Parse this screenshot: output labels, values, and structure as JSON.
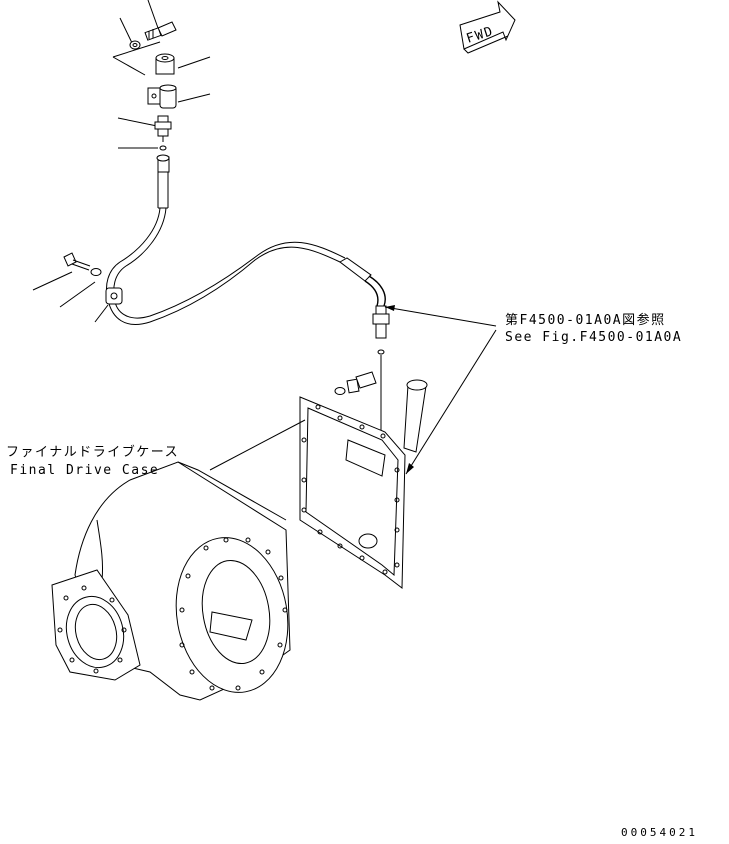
{
  "fwd_label": "FWD",
  "callouts": {
    "reference_jp": "第F4500-01A0A図参照",
    "reference_en": "See Fig.F4500-01A0A",
    "case_jp": "ファイナルドライブケース",
    "case_en": "Final Drive Case"
  },
  "drawing_id": "00054021"
}
